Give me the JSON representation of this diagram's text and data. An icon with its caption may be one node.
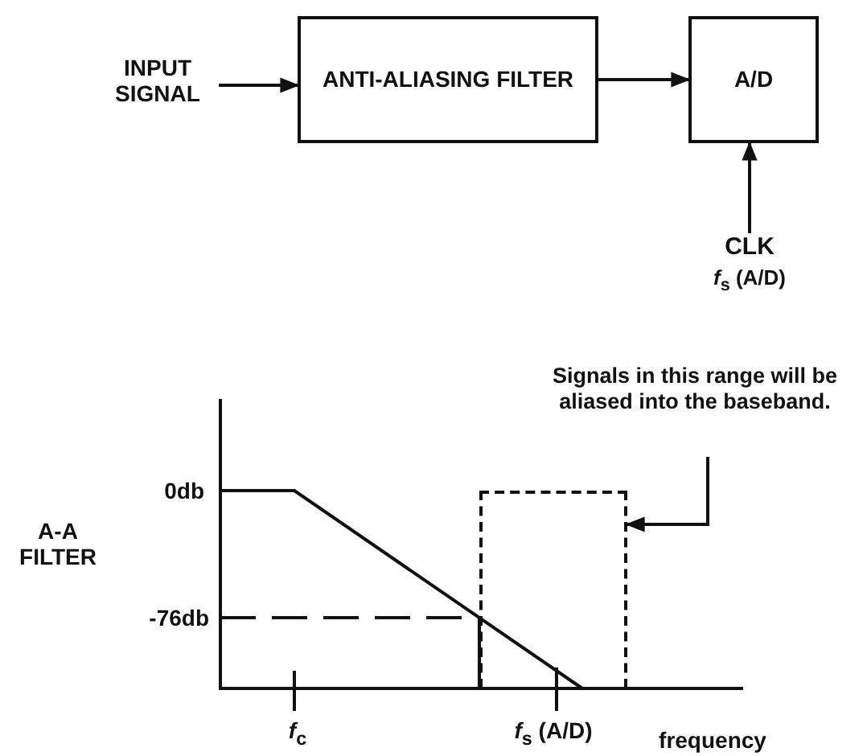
{
  "diagram": {
    "nodes": [
      {
        "text": [
          "INPUT SIGNAL"
        ]
      },
      {
        "text": [
          "ANTI-ALIASING FILTER"
        ]
      },
      {
        "text": [
          "A/D"
        ]
      },
      {
        "text": [
          "CLK",
          "*f*$_{s}$ (A/D)"
        ]
      },
      {
        "text": [
          "Signals in this range will be aliased into the baseband."
        ]
      },
      {
        "text": [],
        "shape": "box"
      }
    ],
    "edges": [
      {
        "from": 0,
        "to": 1,
        "arrow": "to"
      },
      {
        "from": 1,
        "to": 2,
        "arrow": "to"
      },
      {
        "from": 3,
        "to": 2,
        "arrow": "to"
      },
      {
        "from": 4,
        "to": 5,
        "arrow": "to"
      }
    ],
    "labels": [
      "0db",
      "A-A FILTER",
      "-76db",
      "*f*$_{c}$",
      "*f*$_{s}$ (A/D)",
      "frequency"
    ]
  }
}
